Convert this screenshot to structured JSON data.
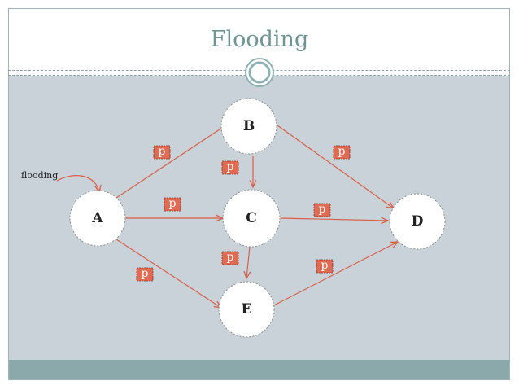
{
  "title": "Flooding",
  "annotation": "flooding",
  "packet_label": "p",
  "nodes": [
    {
      "id": "A",
      "label": "A"
    },
    {
      "id": "B",
      "label": "B"
    },
    {
      "id": "C",
      "label": "C"
    },
    {
      "id": "D",
      "label": "D"
    },
    {
      "id": "E",
      "label": "E"
    }
  ],
  "edges": [
    {
      "from": "A",
      "to": "B"
    },
    {
      "from": "A",
      "to": "C"
    },
    {
      "from": "A",
      "to": "E"
    },
    {
      "from": "B",
      "to": "C"
    },
    {
      "from": "B",
      "to": "D"
    },
    {
      "from": "C",
      "to": "D"
    },
    {
      "from": "C",
      "to": "E"
    },
    {
      "from": "E",
      "to": "D"
    }
  ],
  "colors": {
    "title": "#6f9494",
    "content_bg": "#c8d2d8",
    "footer": "#8ba9ab",
    "edge": "#d8604a",
    "packet": "#e06b52"
  }
}
